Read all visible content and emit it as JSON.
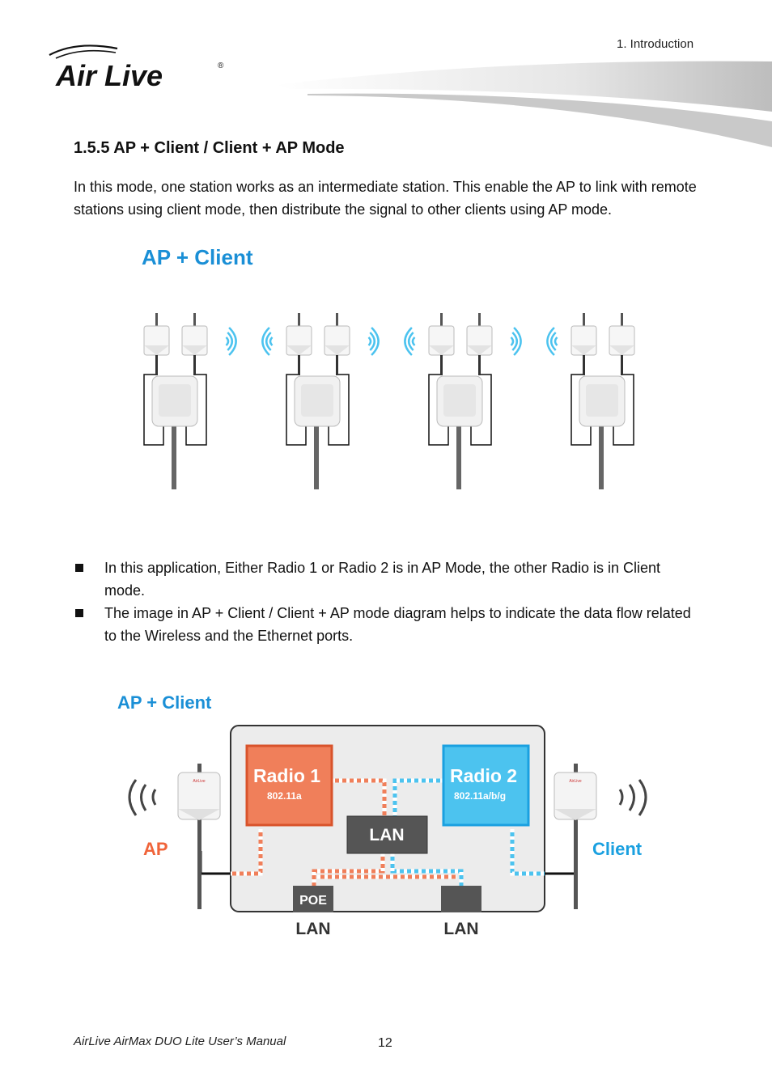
{
  "header": {
    "chapter": "1. Introduction",
    "logo_text": "Air Live"
  },
  "section": {
    "title": "1.5.5 AP + Client / Client + AP Mode",
    "intro": "In this mode, one station works as an intermediate station. This enable the AP to link with remote stations using client mode, then distribute the signal to other clients using AP mode."
  },
  "diagram1": {
    "title": "AP + Client",
    "station_count": 4
  },
  "bullets": [
    "In this application, Either Radio 1 or Radio 2 is in AP Mode, the other Radio is in Client mode.",
    "The image in AP + Client / Client + AP mode diagram helps to indicate the data flow related to the Wireless and the Ethernet ports."
  ],
  "diagram2": {
    "title": "AP + Client",
    "radio1": {
      "label": "Radio 1",
      "standard": "802.11a"
    },
    "radio2": {
      "label": "Radio 2",
      "standard": "802.11a/b/g"
    },
    "lan_center": "LAN",
    "poe": "POE",
    "lan_left": "LAN",
    "lan_right": "LAN",
    "ap_label": "AP",
    "client_label": "Client",
    "colors": {
      "title": "#1a8fd6",
      "radio1": "#f07f5a",
      "radio2": "#4cc3ef",
      "ap": "#f0643a",
      "client": "#1aa0e0",
      "lan_box": "#555555"
    }
  },
  "footer": {
    "manual": "AirLive AirMax DUO Lite User’s Manual",
    "page": "12"
  }
}
